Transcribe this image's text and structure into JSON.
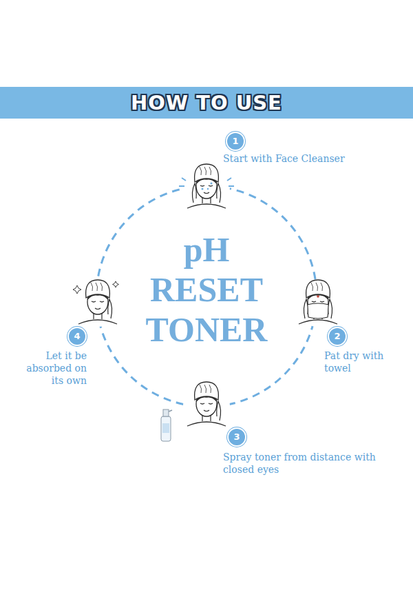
{
  "diagram": {
    "title": "HOW TO USE",
    "nodes": [
      {
        "text": [
          "1",
          "Start with Face Cleanser"
        ]
      },
      {
        "text": [
          "2",
          "Pat dry with towel"
        ]
      },
      {
        "text": [
          "3",
          "Spray toner from distance with closed eyes"
        ]
      },
      {
        "text": [
          "4",
          "Let it be absorbed on its own"
        ]
      }
    ],
    "labels": [
      "pH RESET TONER"
    ]
  }
}
